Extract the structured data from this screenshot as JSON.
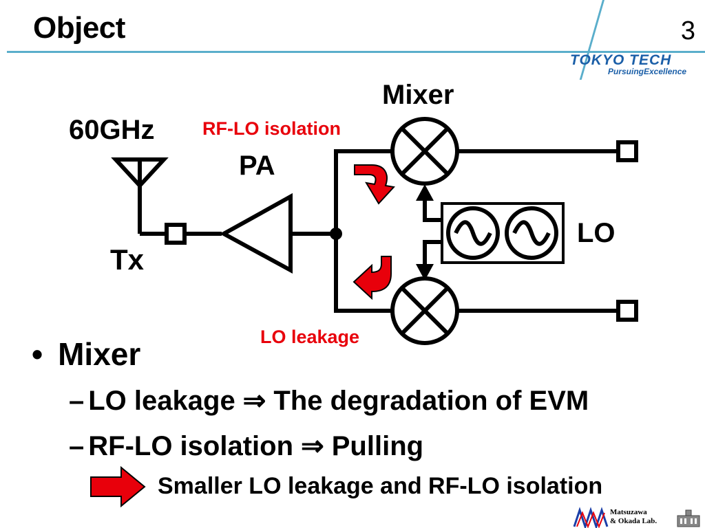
{
  "slide": {
    "title": "Object",
    "page_number": "3",
    "logo": {
      "name": "TOKYO TECH",
      "tagline": "PursuingExcellence"
    },
    "footer_logo": {
      "line1": "Matsuzawa",
      "line2": "& Okada Lab."
    }
  },
  "diagram": {
    "antenna_label": "60GHz",
    "tx_label": "Tx",
    "pa_label": "PA",
    "mixer_label": "Mixer",
    "lo_label": "LO",
    "rf_lo_isolation_label": "RF-LO isolation",
    "lo_leakage_label": "LO leakage",
    "colors": {
      "annotation": "#e8000b",
      "wire": "#000000"
    }
  },
  "bullets": {
    "main": "Mixer",
    "bullet_symbol": "•",
    "dash": "–",
    "sub": [
      "LO leakage ⇒ The degradation of EVM",
      "RF-LO isolation ⇒ Pulling"
    ],
    "conclusion": "Smaller LO leakage and RF-LO isolation",
    "colors": {
      "arrow": "#e8000b"
    }
  }
}
